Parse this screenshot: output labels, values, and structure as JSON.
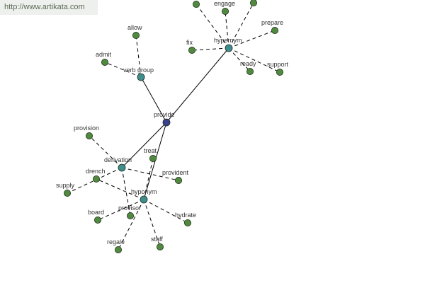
{
  "source": "http://www.artikata.com",
  "colors": {
    "center": "#3b3f8f",
    "hub": "#3f8e8e",
    "leaf": "#4f8a3e"
  },
  "nodes": {
    "provide": {
      "label": "provide",
      "kind": "center"
    },
    "verb_group": {
      "label": "verb group",
      "kind": "hub"
    },
    "hypernym": {
      "label": "hypernym",
      "kind": "hub"
    },
    "derivation": {
      "label": "derivation",
      "kind": "hub"
    },
    "hyponym": {
      "label": "hyponym",
      "kind": "hub"
    },
    "allow": {
      "label": "allow",
      "kind": "leaf"
    },
    "admit": {
      "label": "admit",
      "kind": "leaf"
    },
    "engage": {
      "label": "engage",
      "kind": "leaf"
    },
    "top_left": {
      "label": "",
      "kind": "leaf"
    },
    "top_right": {
      "label": "",
      "kind": "leaf"
    },
    "prepare": {
      "label": "prepare",
      "kind": "leaf"
    },
    "fix": {
      "label": "fix",
      "kind": "leaf"
    },
    "ready": {
      "label": "ready",
      "kind": "leaf"
    },
    "support": {
      "label": "support",
      "kind": "leaf"
    },
    "provision": {
      "label": "provision",
      "kind": "leaf"
    },
    "treat": {
      "label": "treat",
      "kind": "leaf"
    },
    "drench": {
      "label": "drench",
      "kind": "leaf"
    },
    "provident": {
      "label": "provident",
      "kind": "leaf"
    },
    "supply": {
      "label": "supply",
      "kind": "leaf"
    },
    "board": {
      "label": "board",
      "kind": "leaf"
    },
    "provisor": {
      "label": "provisor",
      "kind": "leaf"
    },
    "hydrate": {
      "label": "hydrate",
      "kind": "leaf"
    },
    "regale": {
      "label": "regale",
      "kind": "leaf"
    },
    "staff": {
      "label": "staff",
      "kind": "leaf"
    }
  },
  "edges": [
    {
      "from": "provide",
      "to": "verb_group",
      "style": "solid"
    },
    {
      "from": "provide",
      "to": "hypernym",
      "style": "solid"
    },
    {
      "from": "provide",
      "to": "derivation",
      "style": "solid"
    },
    {
      "from": "provide",
      "to": "hyponym",
      "style": "solid"
    },
    {
      "from": "verb_group",
      "to": "allow",
      "style": "dashed"
    },
    {
      "from": "verb_group",
      "to": "admit",
      "style": "dashed"
    },
    {
      "from": "hypernym",
      "to": "engage",
      "style": "dashed"
    },
    {
      "from": "hypernym",
      "to": "top_left",
      "style": "dashed"
    },
    {
      "from": "hypernym",
      "to": "top_right",
      "style": "dashed"
    },
    {
      "from": "hypernym",
      "to": "prepare",
      "style": "dashed"
    },
    {
      "from": "hypernym",
      "to": "fix",
      "style": "dashed"
    },
    {
      "from": "hypernym",
      "to": "ready",
      "style": "dashed"
    },
    {
      "from": "hypernym",
      "to": "support",
      "style": "dashed"
    },
    {
      "from": "derivation",
      "to": "provision",
      "style": "dashed"
    },
    {
      "from": "derivation",
      "to": "provident",
      "style": "dashed"
    },
    {
      "from": "derivation",
      "to": "supply",
      "style": "dashed"
    },
    {
      "from": "derivation",
      "to": "provisor",
      "style": "dashed"
    },
    {
      "from": "hyponym",
      "to": "treat",
      "style": "dashed"
    },
    {
      "from": "hyponym",
      "to": "drench",
      "style": "dashed"
    },
    {
      "from": "hyponym",
      "to": "board",
      "style": "dashed"
    },
    {
      "from": "hyponym",
      "to": "hydrate",
      "style": "dashed"
    },
    {
      "from": "hyponym",
      "to": "regale",
      "style": "dashed"
    },
    {
      "from": "hyponym",
      "to": "staff",
      "style": "dashed"
    }
  ]
}
